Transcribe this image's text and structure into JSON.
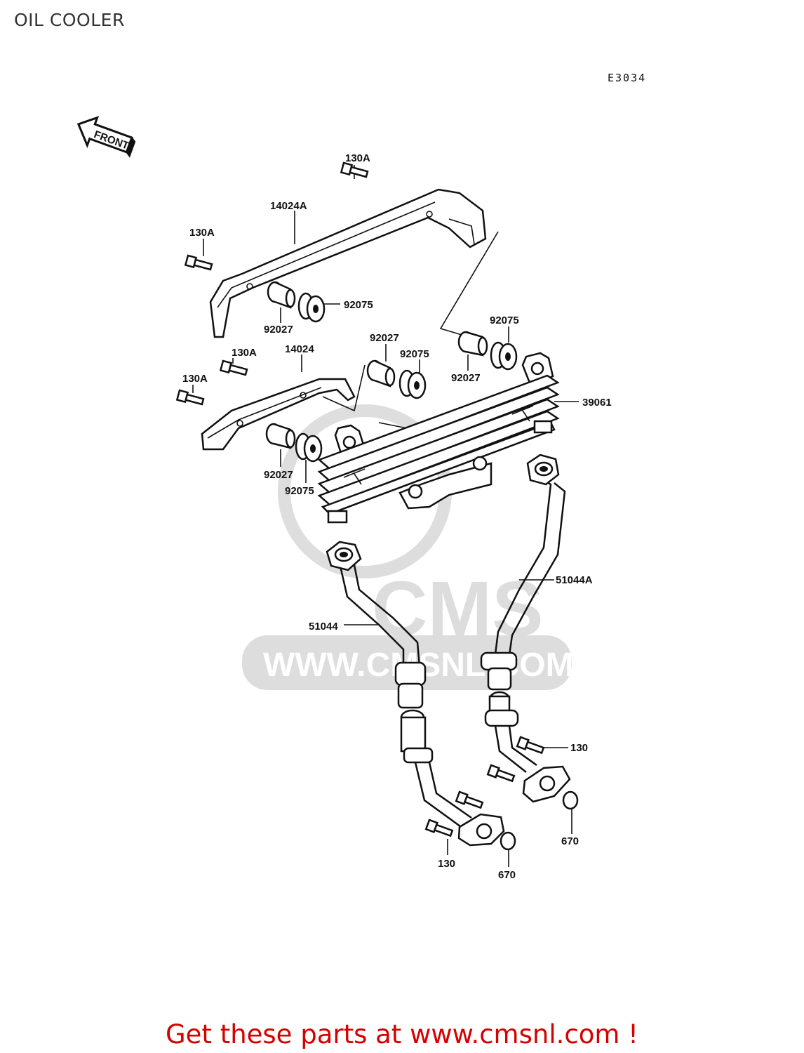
{
  "page": {
    "title": "OIL COOLER",
    "reference": "E3034",
    "promo": "Get these parts at www.cmsnl.com !"
  },
  "diagram": {
    "front_label": "FRONT",
    "watermark_text": "WWW.CMSNL.COM",
    "watermark_logo": "CMS",
    "callouts": {
      "bolt_top": "130A",
      "bracket_upper": "14024A",
      "bolt_upper_left": "130A",
      "grommet_upper_left": "92075",
      "collar_upper_left": "92027",
      "grommet_upper_right": "92075",
      "collar_upper_right": "92027",
      "collar_middle": "92027",
      "grommet_middle": "92075",
      "bolt_middle": "130A",
      "bracket_lower": "14024",
      "bolt_lower_left": "130A",
      "cooler": "39061",
      "collar_lower_left": "92027",
      "grommet_lower_left": "92075",
      "pipe_right": "51044A",
      "pipe_left": "51044",
      "bolt_right_pipe": "130",
      "oring_right": "670",
      "bolt_left_pipe": "130",
      "oring_left": "670"
    }
  }
}
